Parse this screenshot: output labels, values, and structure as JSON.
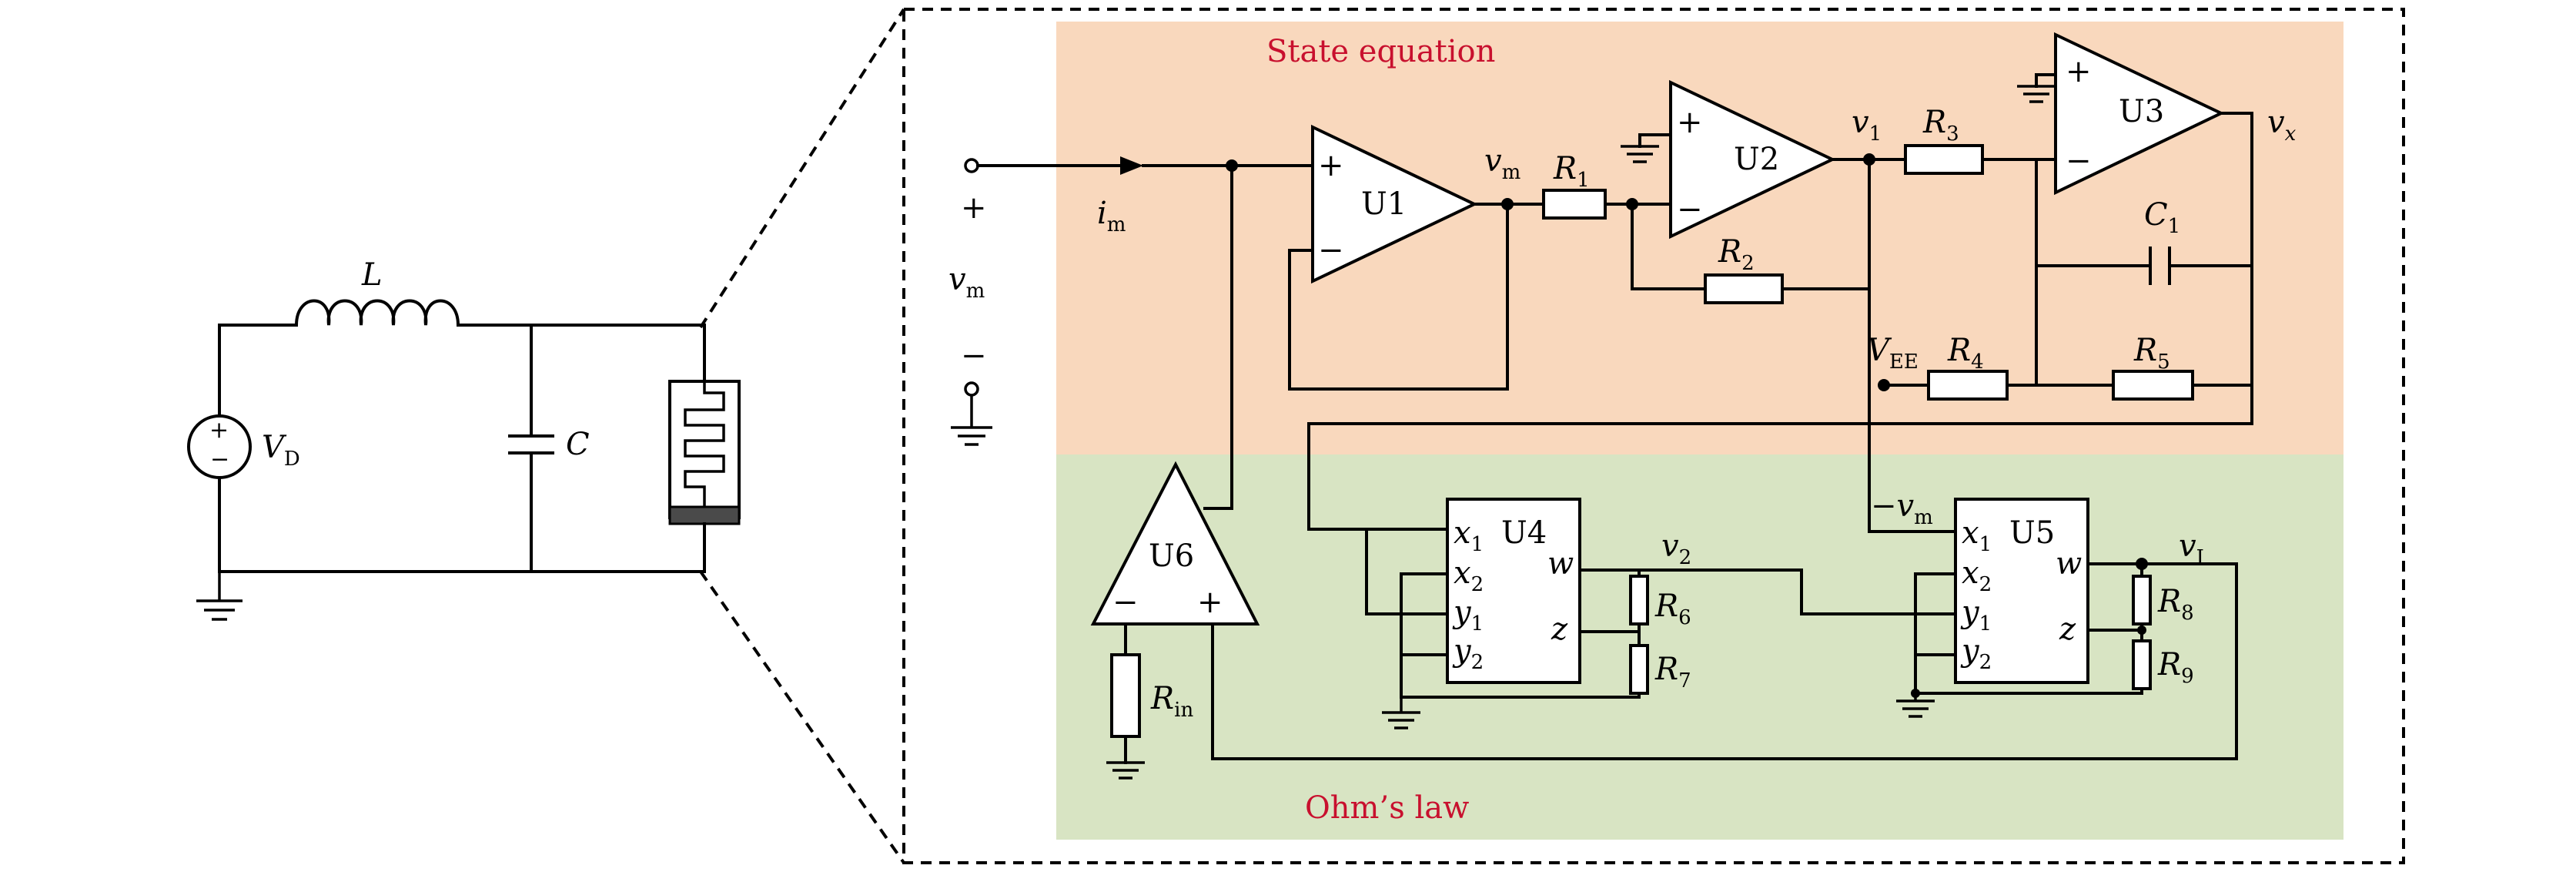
{
  "colors": {
    "state_region": "#f9d8bd",
    "ohm_region": "#d8e4c3",
    "title_red": "#c8102e",
    "wire": "#000000",
    "device_dark": "#4a4a4a"
  },
  "regions": {
    "state_title": "State equation",
    "ohm_title": "Ohm’s law"
  },
  "left_circuit": {
    "source": {
      "main": "V",
      "sub": "D",
      "plus": "+",
      "minus": "−"
    },
    "inductor": "L",
    "capacitor": "C"
  },
  "terminals": {
    "plus": "+",
    "minus": "−",
    "vm": {
      "main": "v",
      "sub": "m"
    },
    "im": {
      "main": "i",
      "sub": "m"
    }
  },
  "opamps": {
    "u1": "U1",
    "u2": "U2",
    "u3": "U3",
    "u6": "U6",
    "plus": "+",
    "minus": "−"
  },
  "multipliers": {
    "u4": "U4",
    "u5": "U5",
    "x1": {
      "main": "x",
      "sub": "1"
    },
    "x2": {
      "main": "x",
      "sub": "2"
    },
    "y1": {
      "main": "y",
      "sub": "1"
    },
    "y2": {
      "main": "y",
      "sub": "2"
    },
    "w": "w",
    "z": "z"
  },
  "resistors": {
    "r1": {
      "main": "R",
      "sub": "1"
    },
    "r2": {
      "main": "R",
      "sub": "2"
    },
    "r3": {
      "main": "R",
      "sub": "3"
    },
    "r4": {
      "main": "R",
      "sub": "4"
    },
    "r5": {
      "main": "R",
      "sub": "5"
    },
    "r6": {
      "main": "R",
      "sub": "6"
    },
    "r7": {
      "main": "R",
      "sub": "7"
    },
    "r8": {
      "main": "R",
      "sub": "8"
    },
    "r9": {
      "main": "R",
      "sub": "9"
    },
    "rin": {
      "main": "R",
      "sub": "in"
    }
  },
  "capacitor_c1": {
    "main": "C",
    "sub": "1"
  },
  "nodes": {
    "vm_node": {
      "main": "v",
      "sub": "m"
    },
    "v1": {
      "main": "v",
      "sub": "1"
    },
    "vx": {
      "main": "v",
      "sub": "x"
    },
    "vee": {
      "main": "V",
      "sub": "EE"
    },
    "neg_vm": {
      "prefix": "−",
      "main": "v",
      "sub": "m"
    },
    "v2": {
      "main": "v",
      "sub": "2"
    },
    "vI": {
      "main": "v",
      "sub": "I"
    }
  }
}
